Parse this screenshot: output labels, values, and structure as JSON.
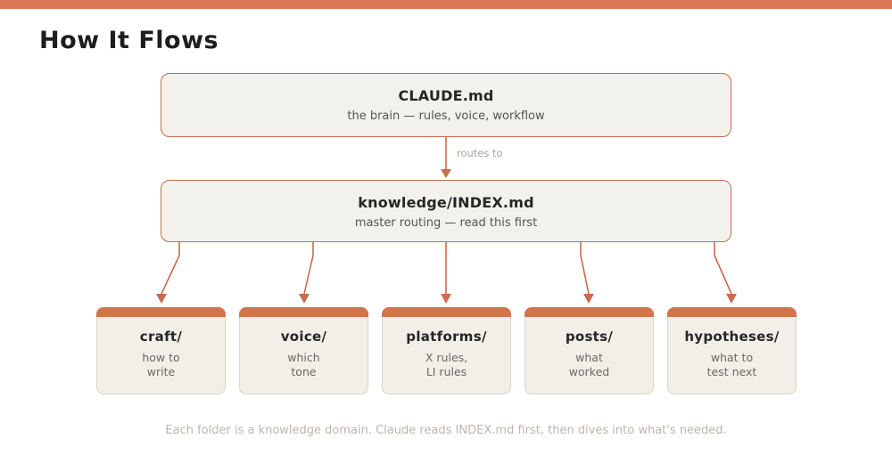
{
  "page": {
    "title": "How It Flows",
    "footer": "Each folder is a knowledge domain. Claude reads INDEX.md first, then dives into what's needed.",
    "colors": {
      "accent_bar": "#D97757",
      "arrow": "#C96B4C",
      "node_fill": "#F2F1EB",
      "node_border": "#C96B4C",
      "folder_header": "#D2744E",
      "folder_fill": "#F1EFE7"
    }
  },
  "flow": {
    "root": {
      "title": "CLAUDE.md",
      "subtitle": "the brain — rules, voice, workflow"
    },
    "edge_label": "routes to",
    "router": {
      "title": "knowledge/INDEX.md",
      "subtitle": "master routing — read this first"
    },
    "folders": [
      {
        "title": "craft/",
        "line1": "how to",
        "line2": "write"
      },
      {
        "title": "voice/",
        "line1": "which",
        "line2": "tone"
      },
      {
        "title": "platforms/",
        "line1": "X rules,",
        "line2": "LI rules"
      },
      {
        "title": "posts/",
        "line1": "what",
        "line2": "worked"
      },
      {
        "title": "hypotheses/",
        "line1": "what to",
        "line2": "test next"
      }
    ]
  }
}
